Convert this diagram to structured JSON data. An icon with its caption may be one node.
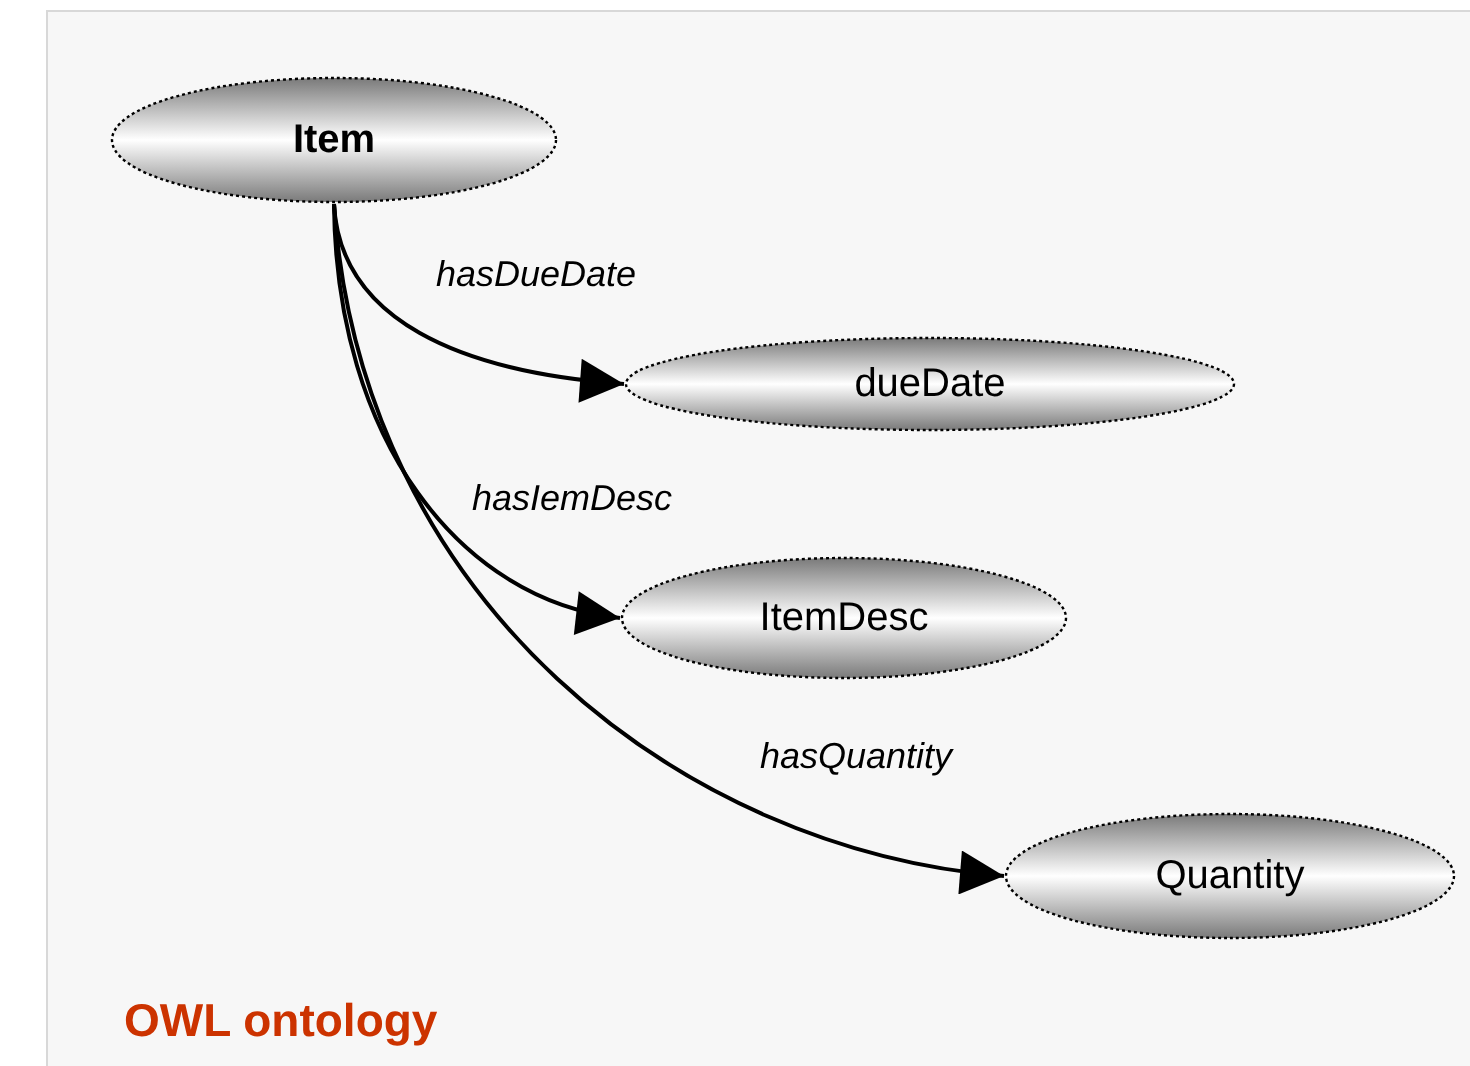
{
  "diagram": {
    "caption": "OWL ontology",
    "nodes": [
      {
        "text": [
          "Item"
        ]
      },
      {
        "text": [
          "dueDate"
        ]
      },
      {
        "text": [
          "ItemDesc"
        ]
      },
      {
        "text": [
          "Quantity"
        ]
      }
    ],
    "edges": [
      {
        "from": 0,
        "to": 1,
        "arrow": "to",
        "label": "hasDueDate"
      },
      {
        "from": 0,
        "to": 2,
        "arrow": "to",
        "label": "hasIemDesc"
      },
      {
        "from": 0,
        "to": 3,
        "arrow": "to",
        "label": "hasQuantity"
      }
    ]
  }
}
